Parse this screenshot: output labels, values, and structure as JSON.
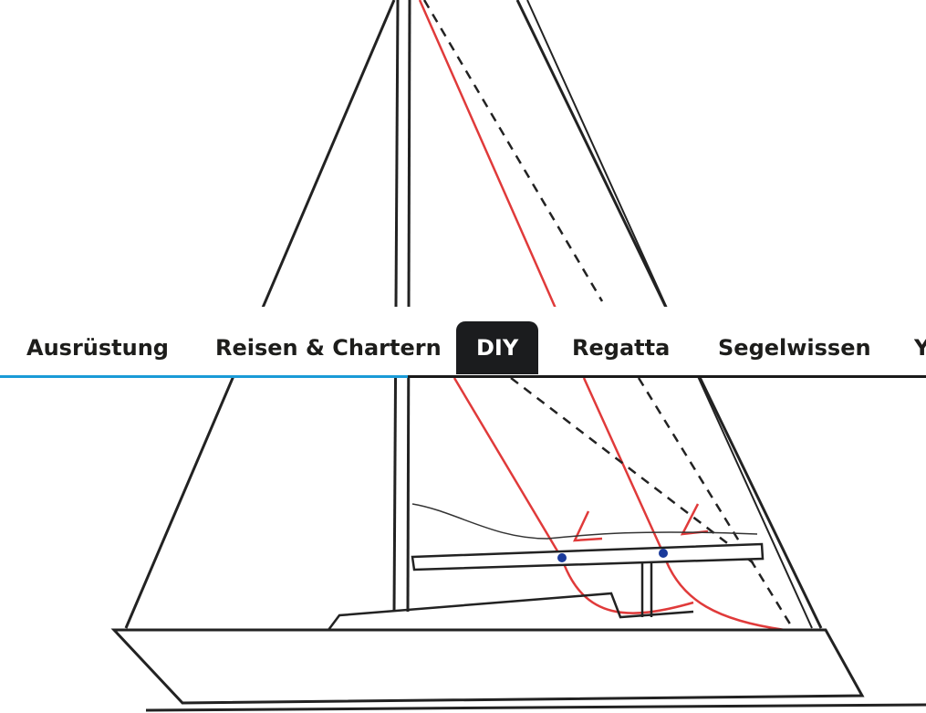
{
  "navigation": {
    "items": [
      {
        "label": "Ausrüstung",
        "active": false
      },
      {
        "label": "Reisen & Chartern",
        "active": false
      },
      {
        "label": "DIY",
        "active": true
      },
      {
        "label": "Regatta",
        "active": false
      },
      {
        "label": "Segelwissen",
        "active": false
      },
      {
        "label": "Y",
        "active": false
      }
    ],
    "scroll_progress": 0.44
  },
  "hero_image": {
    "subject": "sailboat rigging sketch",
    "credit": ""
  },
  "colors": {
    "accent": "#1a9bd7",
    "active_tab_bg": "#1b1c1e",
    "text": "#1d1d1b",
    "sketch_red": "#e03a3a"
  }
}
